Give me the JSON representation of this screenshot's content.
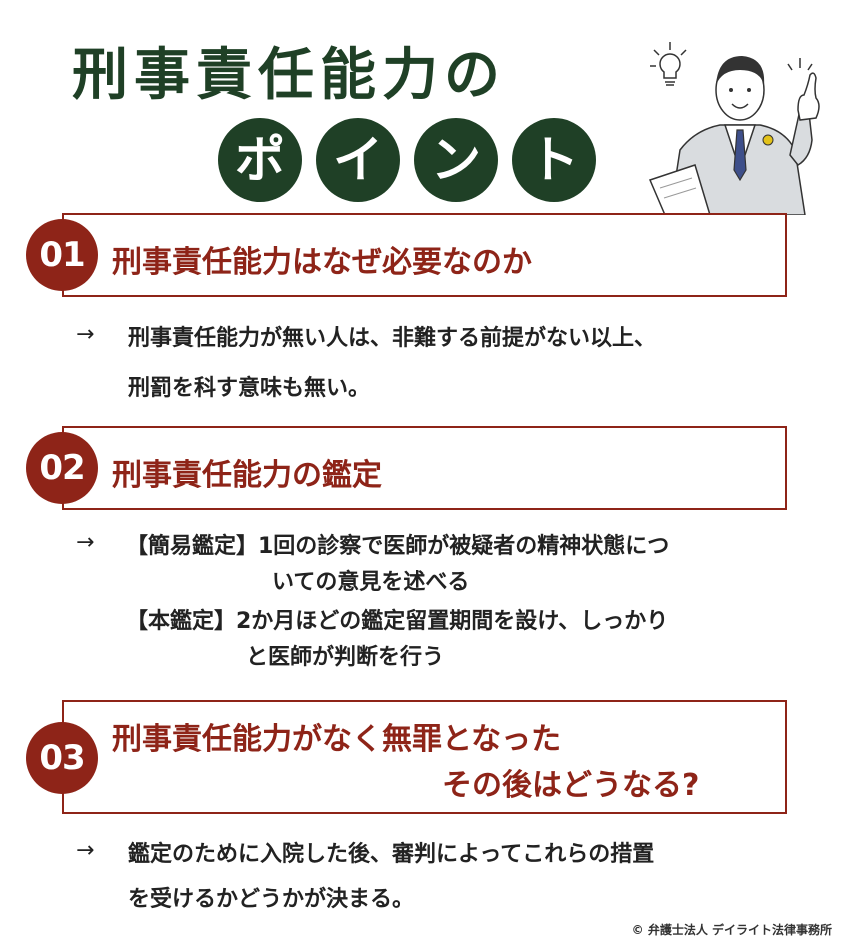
{
  "title": {
    "line1": "刑事責任能力の",
    "line2_chars": [
      "ポ",
      "イ",
      "ン",
      "ト"
    ]
  },
  "colors": {
    "title_green": "#1f4026",
    "accent_red": "#8e2418",
    "text": "#222222"
  },
  "sections": [
    {
      "number": "01",
      "title": "刑事責任能力はなぜ必要なのか",
      "arrow": "→",
      "lines": [
        "刑事責任能力が無い人は、非難する前提がない以上、",
        "刑罰を科す意味も無い。"
      ]
    },
    {
      "number": "02",
      "title": "刑事責任能力の鑑定",
      "arrow": "→",
      "lines": [
        "【簡易鑑定】1回の診察で医師が被疑者の精神状態につ",
        "いての意見を述べる",
        "【本鑑定】2か月ほどの鑑定留置期間を設け、しっかり",
        "と医師が判断を行う"
      ]
    },
    {
      "number": "03",
      "title_lines": [
        "刑事責任能力がなく無罪となった",
        "その後はどうなる?"
      ],
      "arrow": "→",
      "lines": [
        "鑑定のために入院した後、審判によってこれらの措置",
        "を受けるかどうかが決まる。"
      ]
    }
  ],
  "copyright": "© 弁護士法人 デイライト法律事務所",
  "icons": {
    "illustration": "businessman-pointing-illustration",
    "bulb": "lightbulb-icon"
  }
}
